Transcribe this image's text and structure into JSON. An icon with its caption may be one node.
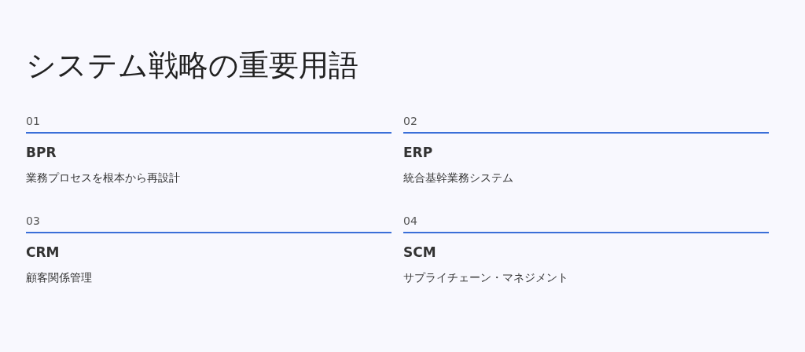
{
  "diagram": {
    "title": "システム戦略の重要用語",
    "labels": [
      "01",
      "BPR",
      "業務プロセスを根本から再設計",
      "02",
      "ERP",
      "統合基幹業務システム",
      "03",
      "CRM",
      "顧客関係管理",
      "04",
      "SCM",
      "サプライチェーン・マネジメント"
    ]
  }
}
